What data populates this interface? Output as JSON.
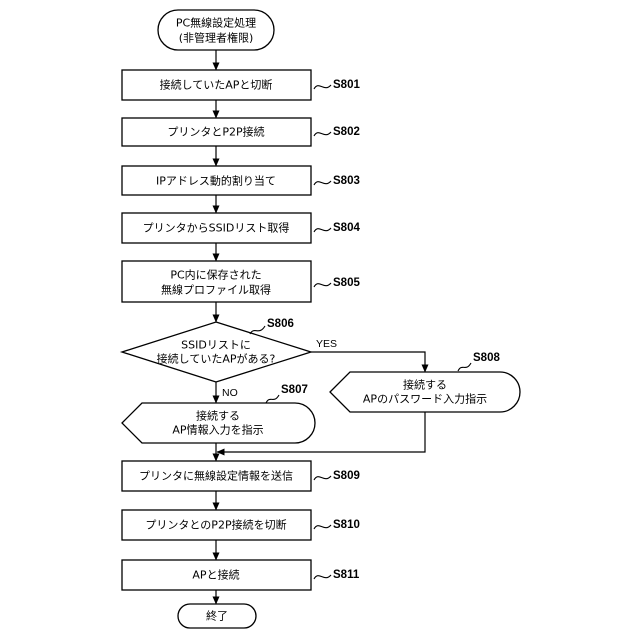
{
  "flowchart": {
    "start": {
      "lines": [
        "PC無線設定処理",
        "(非管理者権限)"
      ]
    },
    "s801": {
      "id": "S801",
      "lines": [
        "接続していたAPと切断"
      ]
    },
    "s802": {
      "id": "S802",
      "lines": [
        "プリンタとP2P接続"
      ]
    },
    "s803": {
      "id": "S803",
      "lines": [
        "IPアドレス動的割り当て"
      ]
    },
    "s804": {
      "id": "S804",
      "lines": [
        "プリンタからSSIDリスト取得"
      ]
    },
    "s805": {
      "id": "S805",
      "lines": [
        "PC内に保存された",
        "無線プロファイル取得"
      ]
    },
    "s806": {
      "id": "S806",
      "lines": [
        "SSIDリストに",
        "接続していたAPがある?"
      ],
      "yes": "YES",
      "no": "NO"
    },
    "s807": {
      "id": "S807",
      "lines": [
        "接続する",
        "AP情報入力を指示"
      ]
    },
    "s808": {
      "id": "S808",
      "lines": [
        "接続する",
        "APのパスワード入力指示"
      ]
    },
    "s809": {
      "id": "S809",
      "lines": [
        "プリンタに無線設定情報を送信"
      ]
    },
    "s810": {
      "id": "S810",
      "lines": [
        "プリンタとのP2P接続を切断"
      ]
    },
    "s811": {
      "id": "S811",
      "lines": [
        "APと接続"
      ]
    },
    "end": {
      "lines": [
        "終了"
      ]
    }
  }
}
